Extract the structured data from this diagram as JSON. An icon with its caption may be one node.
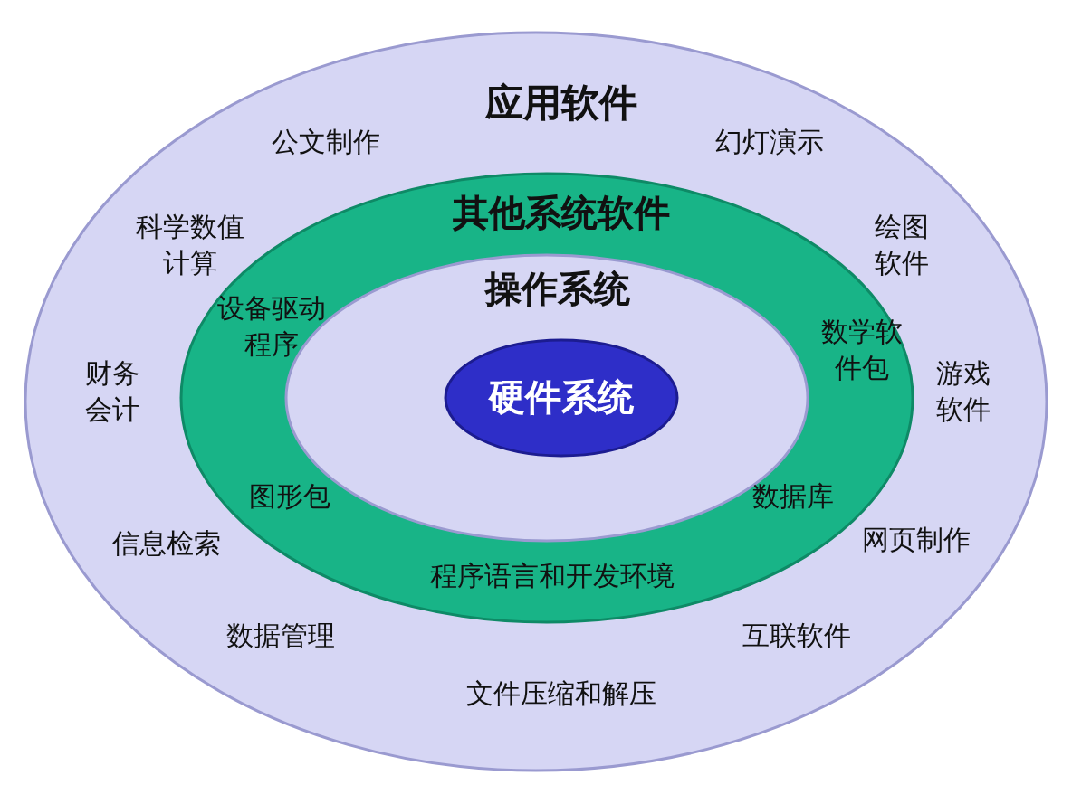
{
  "diagram": {
    "nodes": [
      {
        "text": [
          "应用软件"
        ]
      },
      {
        "text": [
          "其他系统软件"
        ],
        "in": 0
      },
      {
        "text": [
          "操作系统"
        ],
        "in": 1
      },
      {
        "text": [
          "硬件系统"
        ],
        "in": 2
      }
    ],
    "labels": [
      "公文制作",
      "幻灯演示",
      "科学数值计算",
      "绘图软件",
      "财务会计",
      "游戏软件",
      "信息检索",
      "网页制作",
      "数据管理",
      "互联软件",
      "文件压缩和解压",
      "设备驱动程序",
      "数学软件包",
      "图形包",
      "数据库",
      "程序语言和开发环境"
    ]
  }
}
